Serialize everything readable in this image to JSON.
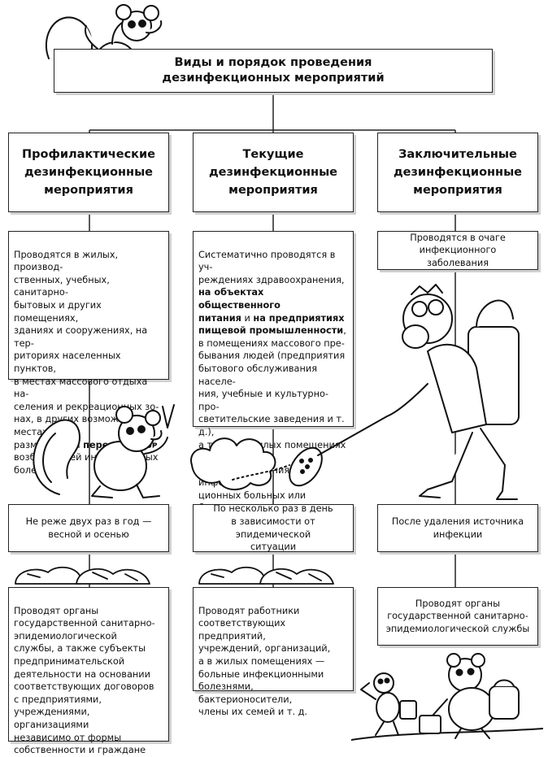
{
  "title": {
    "line1": "Виды и порядок проведения",
    "line2": "дезинфекционных мероприятий"
  },
  "columns": [
    {
      "heading": "Профилактические\nдезинфекционные\nмероприятия",
      "where_parts": [
        {
          "text": "Проводятся в жилых, производ-\nственных, учебных, санитарно-\nбытовых и других помещениях,\nзданиях и сооружениях, на тер-\nриториях населенных пунктов,\nв местах массового отдыха на-\nселения и рекреационных зо-\nнах, в других возможных местах\nразмножения ",
          "bold": false
        },
        {
          "text": "переносчиков",
          "bold": true
        },
        {
          "text": "\nвозбудителей инфекционных\nболезней",
          "bold": false
        }
      ],
      "when": "Не реже двух раз в год —\nвесной и осенью",
      "who": "Проводят органы\nгосударственной санитарно-\nэпидемиологической\nслужбы, а также субъекты\nпредпринимательской\nдеятельности на основании\nсоответствующих договоров\nс предприятиями,\nучреждениями, организациями\nнезависимо от формы\nсобственности и граждане"
    },
    {
      "heading": "Текущие\nдезинфекционные\nмероприятия",
      "where_parts": [
        {
          "text": "Систематично проводятся в уч-\nреждениях здравоохранения,\n",
          "bold": false
        },
        {
          "text": "на объектах общественного\nпитания",
          "bold": true
        },
        {
          "text": " и ",
          "bold": false
        },
        {
          "text": "на предприятиях\nпищевой промышленности",
          "bold": true
        },
        {
          "text": ",\nв помещениях массового пре-\nбывания людей (предприятия\nбытового обслуживания населе-\nния, учебные и культурно-про-\nсветительские заведения и т. д.),\nа также в жилых помещениях во\nвремя пребывания в них инфек-\nционных больных или бактерио-\nносителей",
          "bold": false
        }
      ],
      "when": "По несколько раз в день\nв зависимости от эпидемической\nситуации",
      "who": "Проводят работники\nсоответствующих предприятий,\nучреждений, организаций,\nа в жилых помещениях —\nбольные инфекционными\nболезнями, бактерионосители,\nчлены их семей и т. д."
    },
    {
      "heading": "Заключительные\nдезинфекционные\nмероприятия",
      "where_parts": [
        {
          "text": "Проводятся в очаге\nинфекционного\nзаболевания",
          "bold": false
        }
      ],
      "when": "После удаления источника\nинфекции",
      "who": "Проводят органы\nгосударственной санитарно-\nэпидемиологической службы"
    }
  ],
  "illustrations": {
    "top": "rat-icon",
    "col1": "rat-slingshot-icon",
    "col2": "disinfector-sprayer-icon",
    "col1_bottom": "sacks-icon",
    "col3_bottom": "rats-with-bags-icon"
  },
  "colors": {
    "border": "#222222",
    "shadow": "#d0d0d0",
    "text": "#111111"
  }
}
